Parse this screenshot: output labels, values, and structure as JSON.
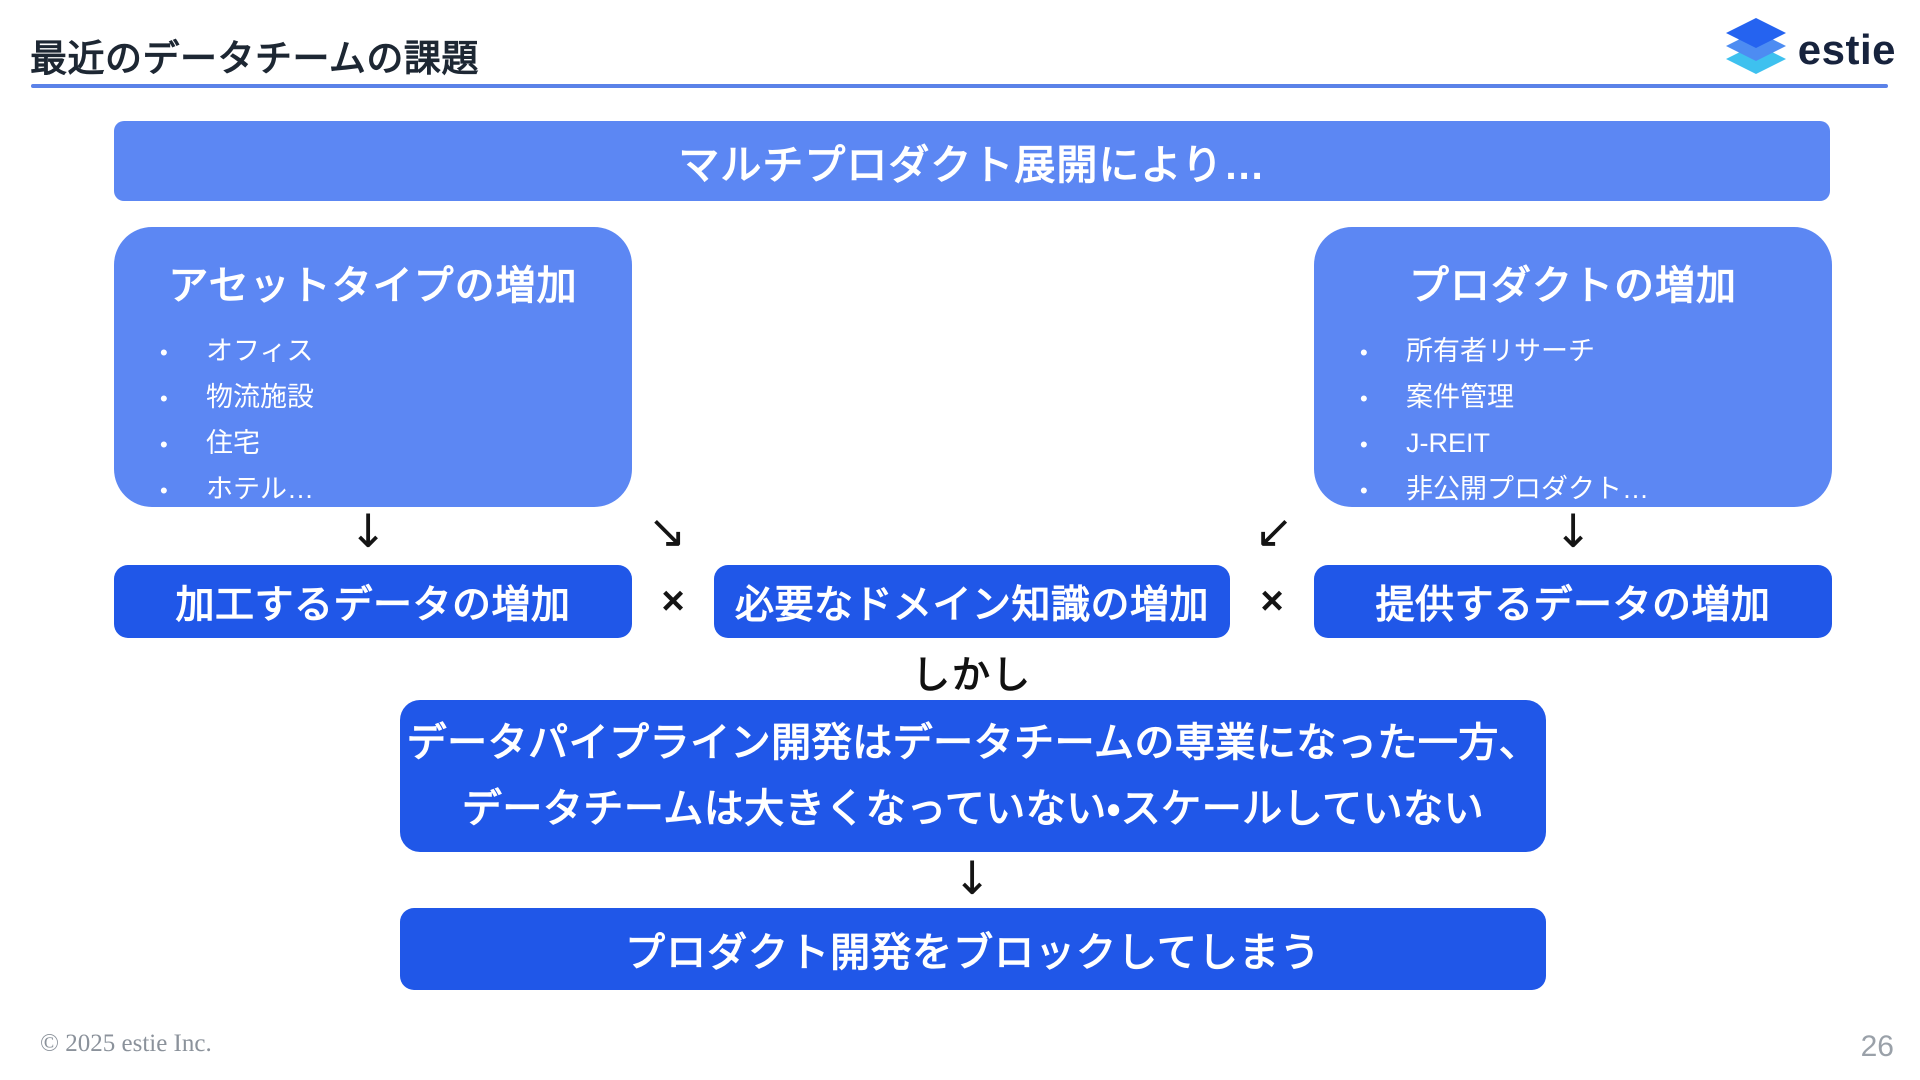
{
  "slide": {
    "title": "最近のデータチームの課題",
    "copyright": "© 2025 estie Inc.",
    "page_number": "26"
  },
  "logo": {
    "text": "estie",
    "mark": "estie-layers-icon"
  },
  "banner": {
    "label": "マルチプロダクト展開により…"
  },
  "asset_box": {
    "title": "アセットタイプの増加",
    "items": [
      "オフィス",
      "物流施設",
      "住宅",
      "ホテル…"
    ]
  },
  "product_box": {
    "title": "プロダクトの増加",
    "items": [
      "所有者リサーチ",
      "案件管理",
      "J-REIT",
      "非公開プロダクト…"
    ]
  },
  "arrows": {
    "down": "↓",
    "down_right": "↘",
    "down_left": "↙"
  },
  "result_row": {
    "multiply": "×",
    "boxes": [
      "加工するデータの増加",
      "必要なドメイン知識の増加",
      "提供するデータの増加"
    ]
  },
  "however": {
    "label": "しかし"
  },
  "problem_box": {
    "line1": "データパイプライン開発はデータチームの専業になった一方、",
    "line2": "データチームは大きくなっていない・スケールしていない"
  },
  "conclusion_box": {
    "label": "プロダクト開発をブロックしてしまう"
  },
  "ui": {
    "bullet": "•"
  },
  "colors": {
    "light_blue": "#5C87F3",
    "dark_blue": "#2057E8",
    "accent_line": "#5B82E8",
    "title_text": "#1D2733",
    "footer_gray": "#8B929B",
    "logo_top": "#2563F0",
    "logo_middle": "#4D8CF2",
    "logo_bottom": "#3EC1EF"
  }
}
